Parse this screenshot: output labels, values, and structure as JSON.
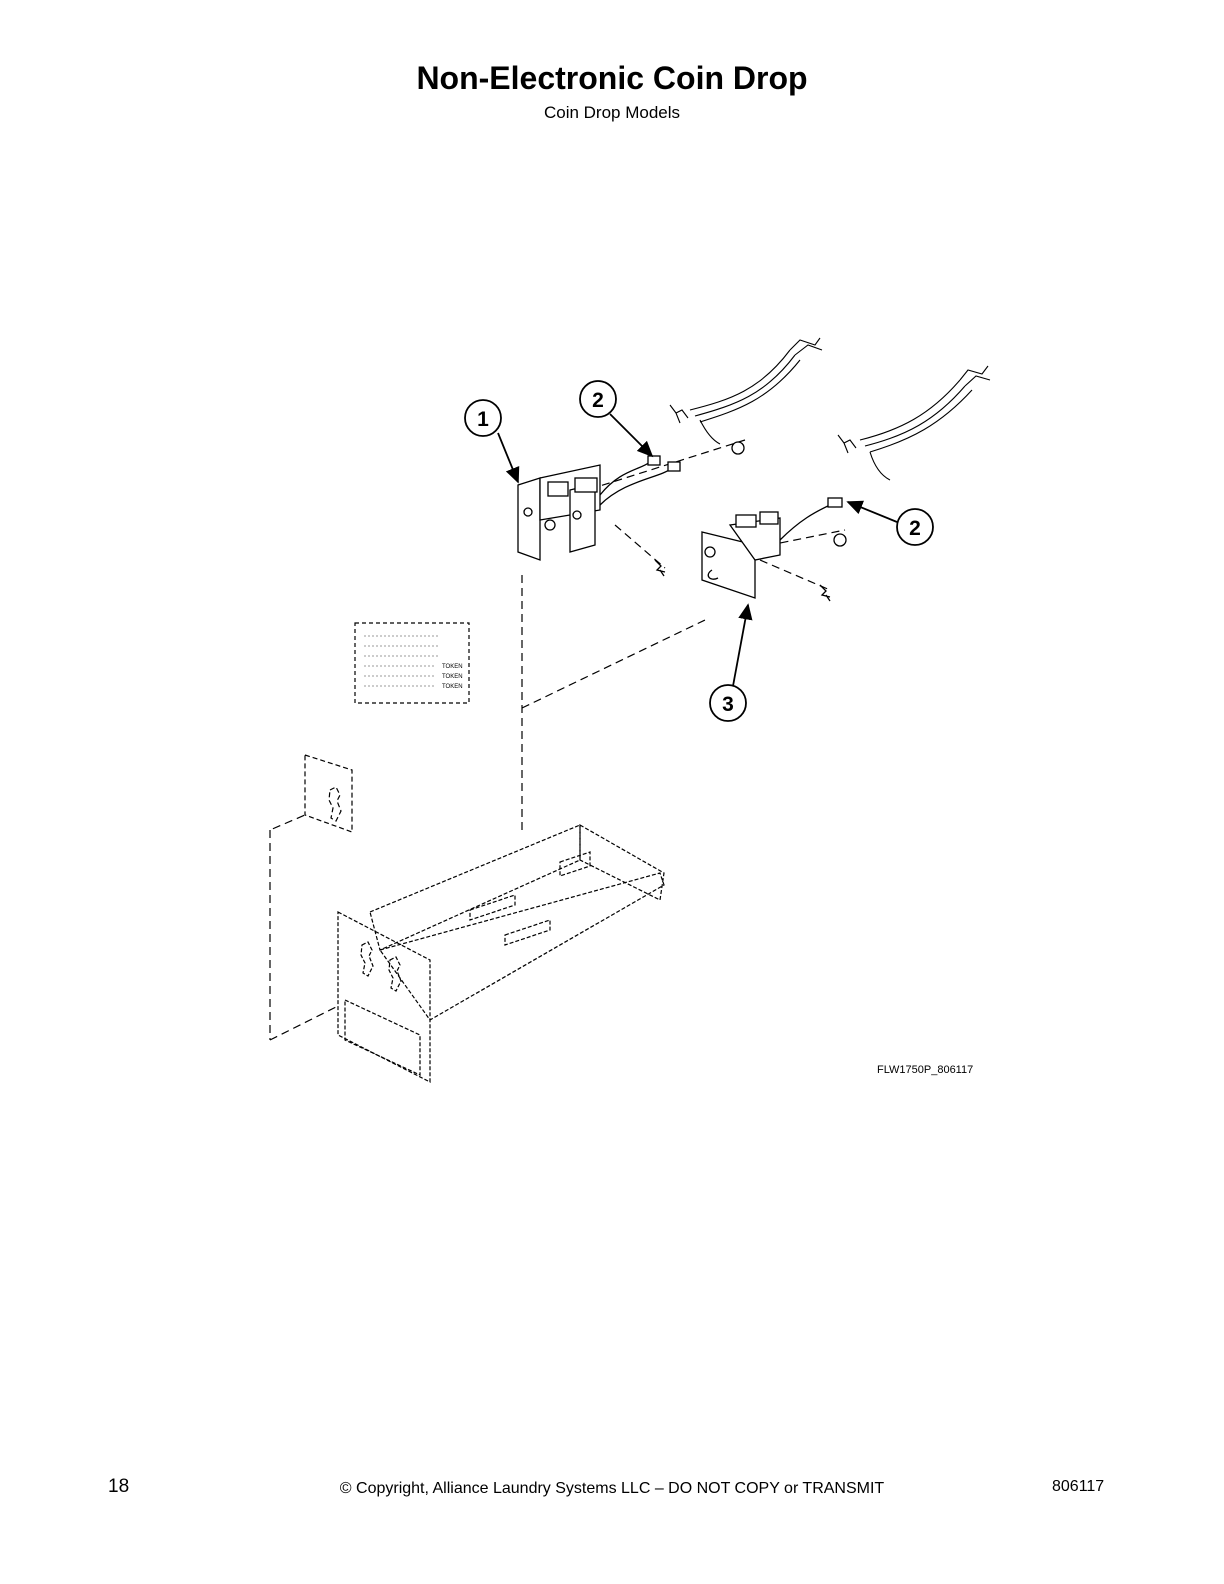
{
  "header": {
    "title": "Non-Electronic Coin Drop",
    "subtitle": "Coin Drop Models"
  },
  "diagram": {
    "callouts": [
      {
        "number": "1"
      },
      {
        "number": "2"
      },
      {
        "number": "2"
      },
      {
        "number": "3"
      }
    ],
    "label_tokens": [
      "TOKEN",
      "TOKEN",
      "TOKEN"
    ],
    "figure_id": "FLW1750P_806117"
  },
  "footer": {
    "page_number": "18",
    "copyright": "© Copyright, Alliance Laundry Systems LLC – DO NOT COPY or TRANSMIT",
    "doc_number": "806117"
  }
}
